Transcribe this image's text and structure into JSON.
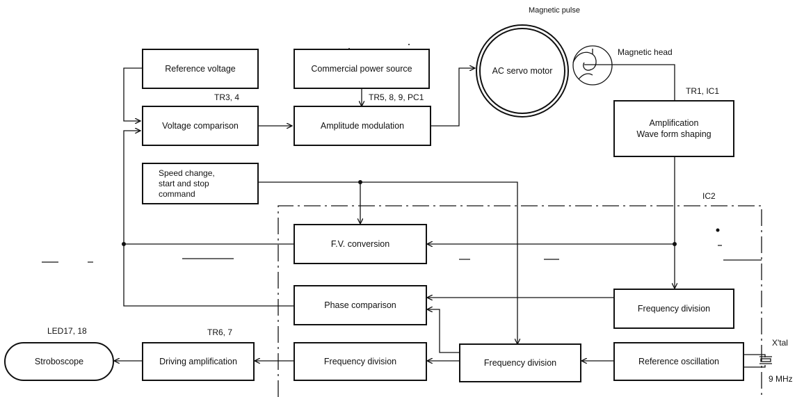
{
  "blocks": {
    "reference_voltage": "Reference voltage",
    "commercial_power": "Commercial power source",
    "ac_servo_motor": "AC servo motor",
    "voltage_comparison": "Voltage comparison",
    "amplitude_modulation": "Amplitude modulation",
    "amplification": "Amplification\nWave form shaping",
    "speed_change": "Speed change,\nstart and stop\ncommand",
    "fv_conversion": "F.V. conversion",
    "phase_comparison": "Phase comparison",
    "freq_div_right": "Frequency division",
    "stroboscope": "Stroboscope",
    "driving_amp": "Driving amplification",
    "freq_div_left": "Frequency division",
    "freq_div_mid": "Frequency division",
    "ref_osc": "Reference oscillation"
  },
  "labels": {
    "magnetic_pulse": "Magnetic pulse",
    "magnetic_head": "Magnetic head",
    "tr1_ic1": "TR1, IC1",
    "tr3_4": "TR3, 4",
    "tr5": "TR5, 8, 9, PC1",
    "ic2": "IC2",
    "led": "LED17, 18",
    "tr6_7": "TR6, 7",
    "xtal": "X'tal",
    "freq": "9 MHz"
  }
}
